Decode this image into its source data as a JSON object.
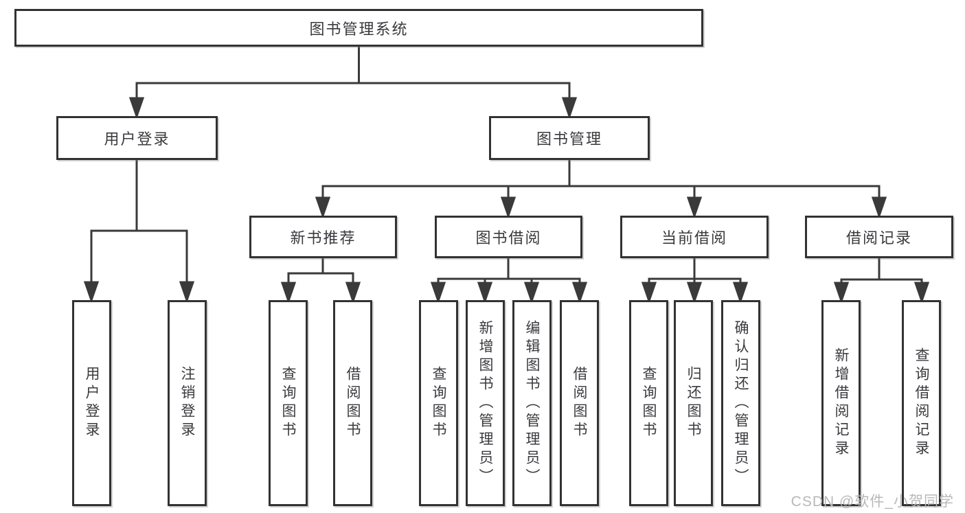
{
  "title": "图书管理系统",
  "tree": {
    "root": {
      "label": "图书管理系统"
    },
    "children": [
      {
        "label": "用户登录",
        "children": [
          "用户登录",
          "注销登录"
        ]
      },
      {
        "label": "图书管理",
        "children": [
          {
            "label": "新书推荐",
            "children": [
              "查询图书",
              "借阅图书"
            ]
          },
          {
            "label": "图书借阅",
            "children": [
              "查询图书",
              "新增图书（管理员）",
              "编辑图书（管理员）",
              "借阅图书"
            ]
          },
          {
            "label": "当前借阅",
            "children": [
              "查询图书",
              "归还图书",
              "确认归还（管理员）"
            ]
          },
          {
            "label": "借阅记录",
            "children": [
              "新增借阅记录",
              "查询借阅记录"
            ]
          }
        ]
      }
    ]
  },
  "watermark": {
    "text": "CSDN @软件_小贺同学"
  },
  "colors": {
    "line": "#3a3a3a",
    "box_border": "#323232",
    "text": "#3a3a3e",
    "watermark": "#b8b8b8",
    "background": "#ffffff"
  }
}
